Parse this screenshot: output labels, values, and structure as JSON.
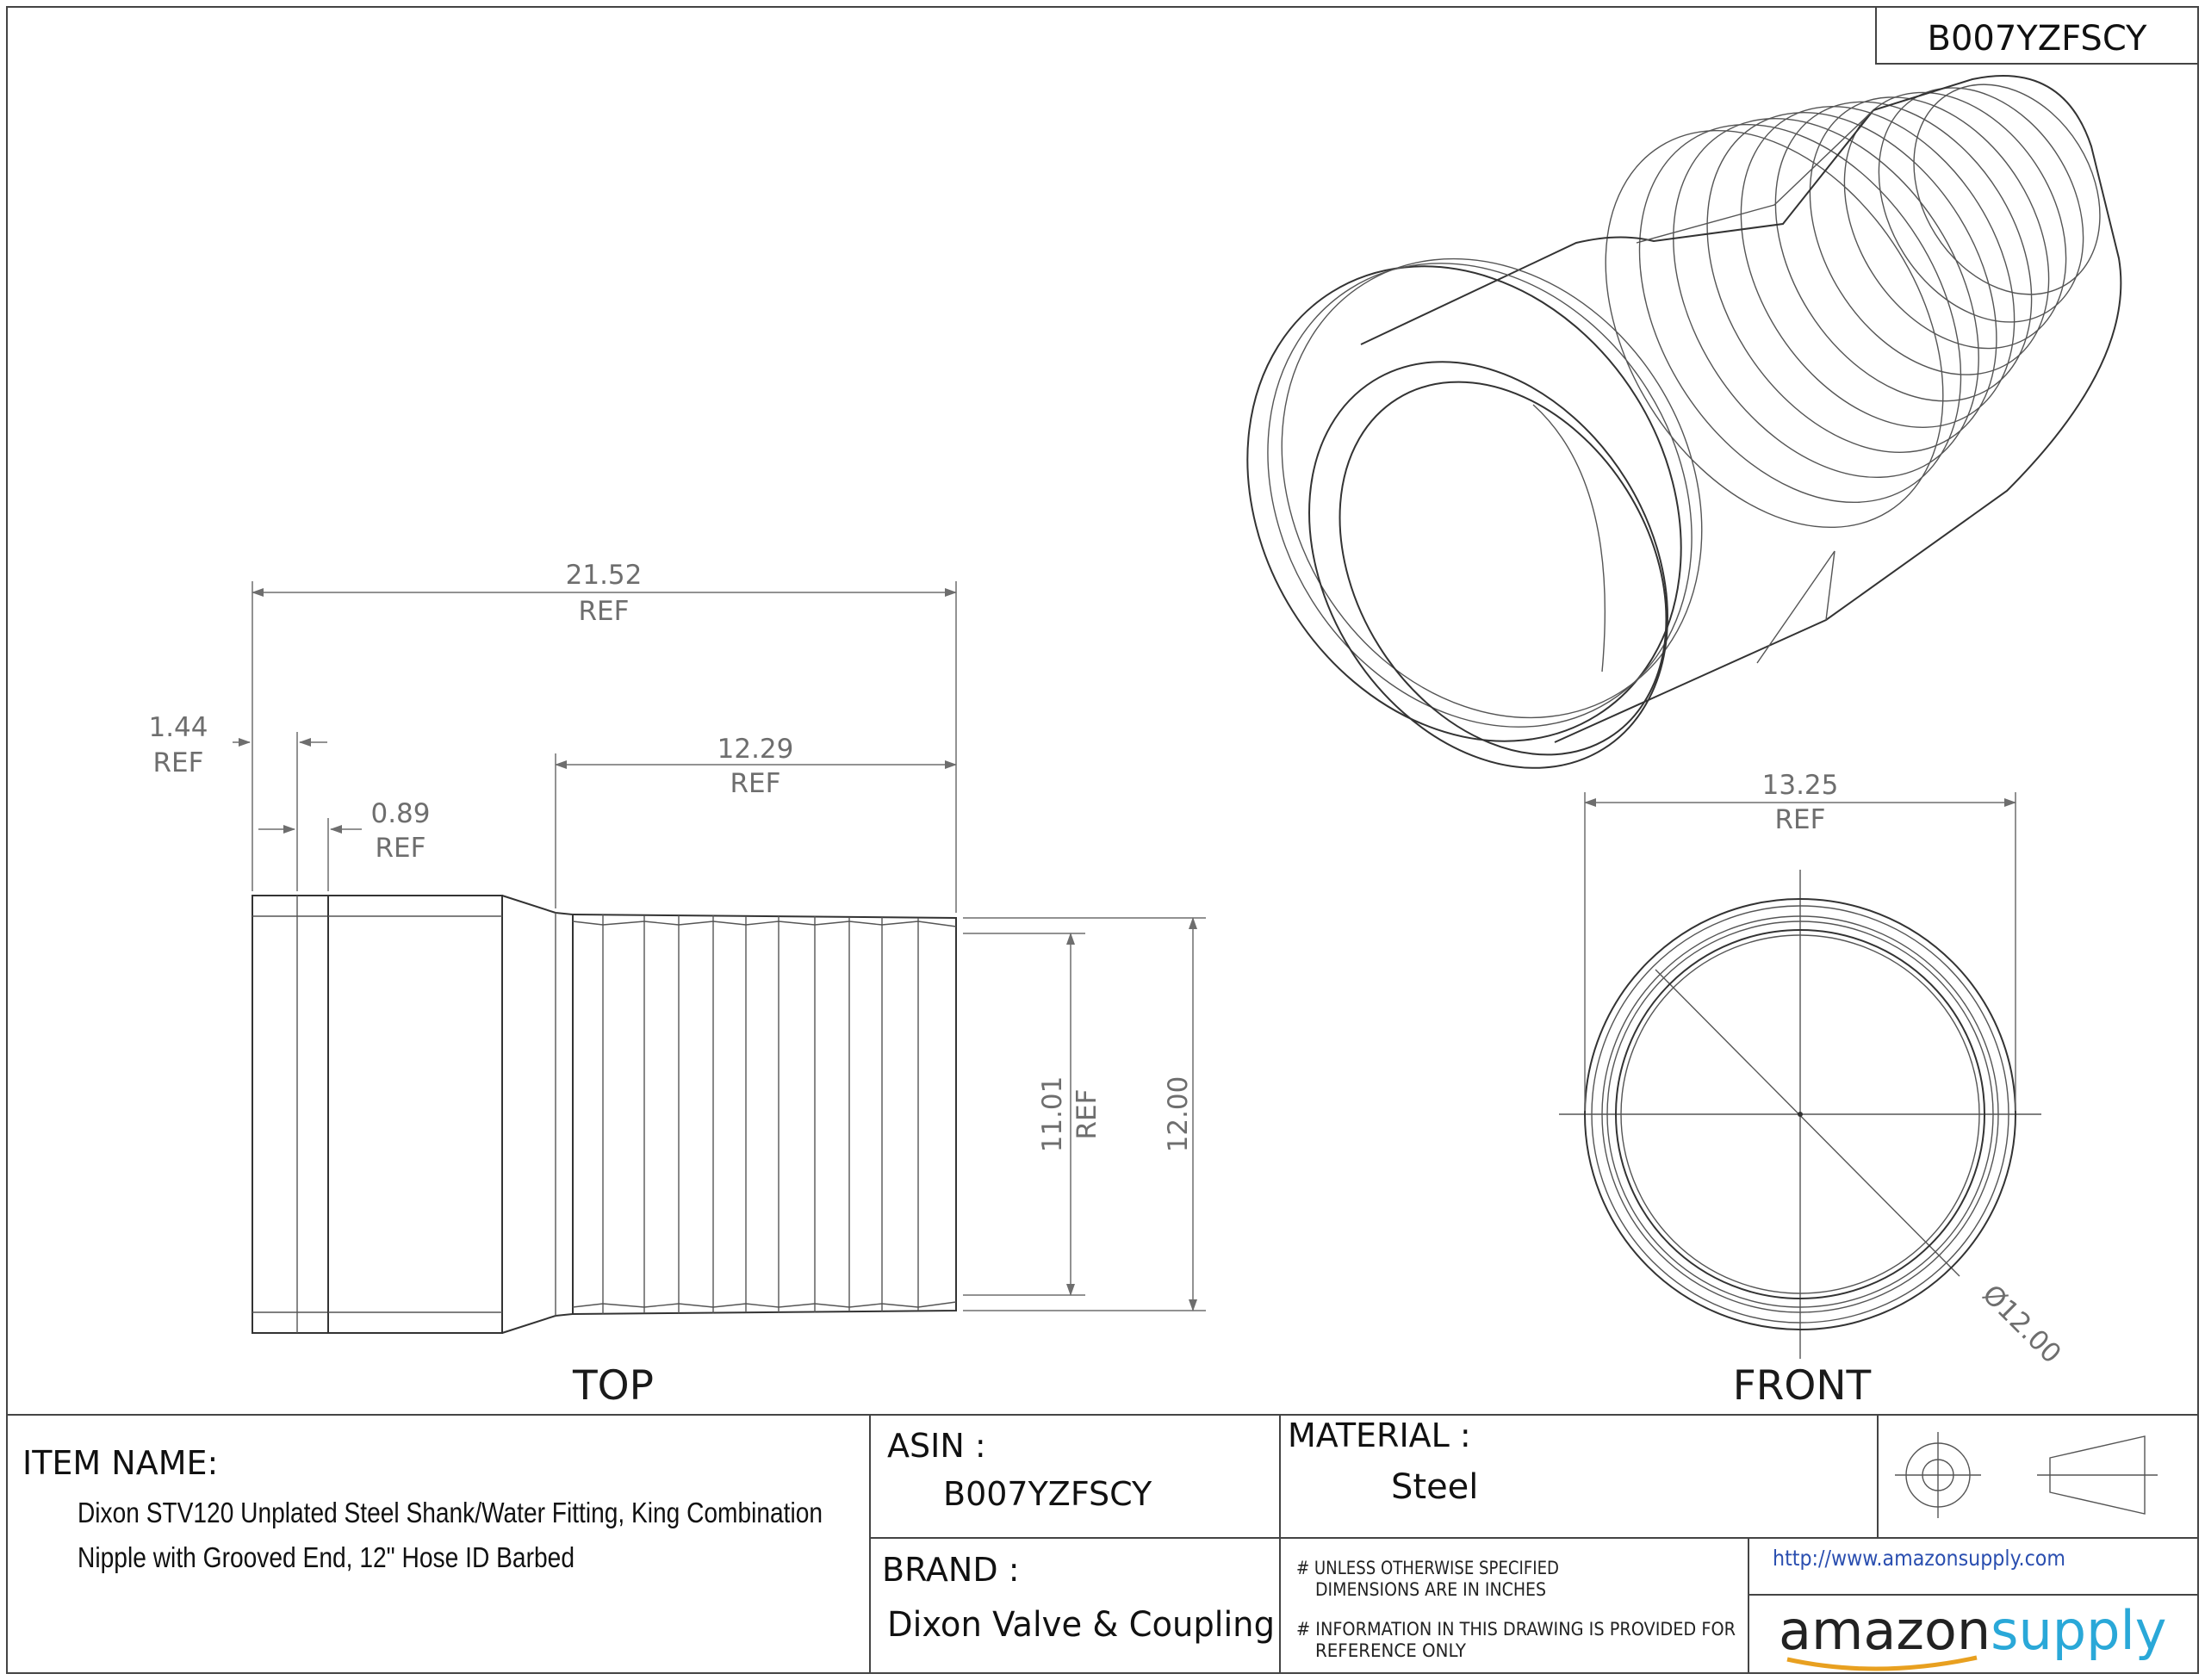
{
  "corner_code": "B007YZFSCY",
  "views": {
    "top": "TOP",
    "front": "FRONT"
  },
  "dimensions": {
    "overall_length": {
      "value": "21.52",
      "note": "REF"
    },
    "groove_offset": {
      "value": "1.44",
      "note": "REF"
    },
    "groove_width": {
      "value": "0.89",
      "note": "REF"
    },
    "barb_length": {
      "value": "12.29",
      "note": "REF"
    },
    "barb_diameter": {
      "value": "11.01",
      "note": "REF"
    },
    "outer_diameter": {
      "value": "12.00"
    },
    "front_width": {
      "value": "13.25",
      "note": "REF"
    },
    "front_diameter": {
      "value": "Ø12.00"
    }
  },
  "title_block": {
    "item_name_label": "ITEM NAME:",
    "item_name_line1": "Dixon STV120 Unplated Steel Shank/Water Fitting, King Combination",
    "item_name_line2": "Nipple with Grooved End, 12\" Hose ID Barbed",
    "asin_label": "ASIN :",
    "asin_value": "B007YZFSCY",
    "material_label": "MATERIAL :",
    "material_value": "Steel",
    "brand_label": "BRAND :",
    "brand_value": "Dixon Valve & Coupling",
    "note1_line1": "# UNLESS OTHERWISE SPECIFIED",
    "note1_line2": "DIMENSIONS ARE IN INCHES",
    "note2_line1": "# INFORMATION IN THIS DRAWING IS PROVIDED FOR",
    "note2_line2": "REFERENCE ONLY",
    "url": "http://www.amazonsupply.com",
    "logo_part1": "amazon",
    "logo_part2": "supply"
  },
  "colors": {
    "logo_dark": "#222222",
    "logo_accent": "#2aa8d8",
    "link": "#2b4fb0"
  }
}
